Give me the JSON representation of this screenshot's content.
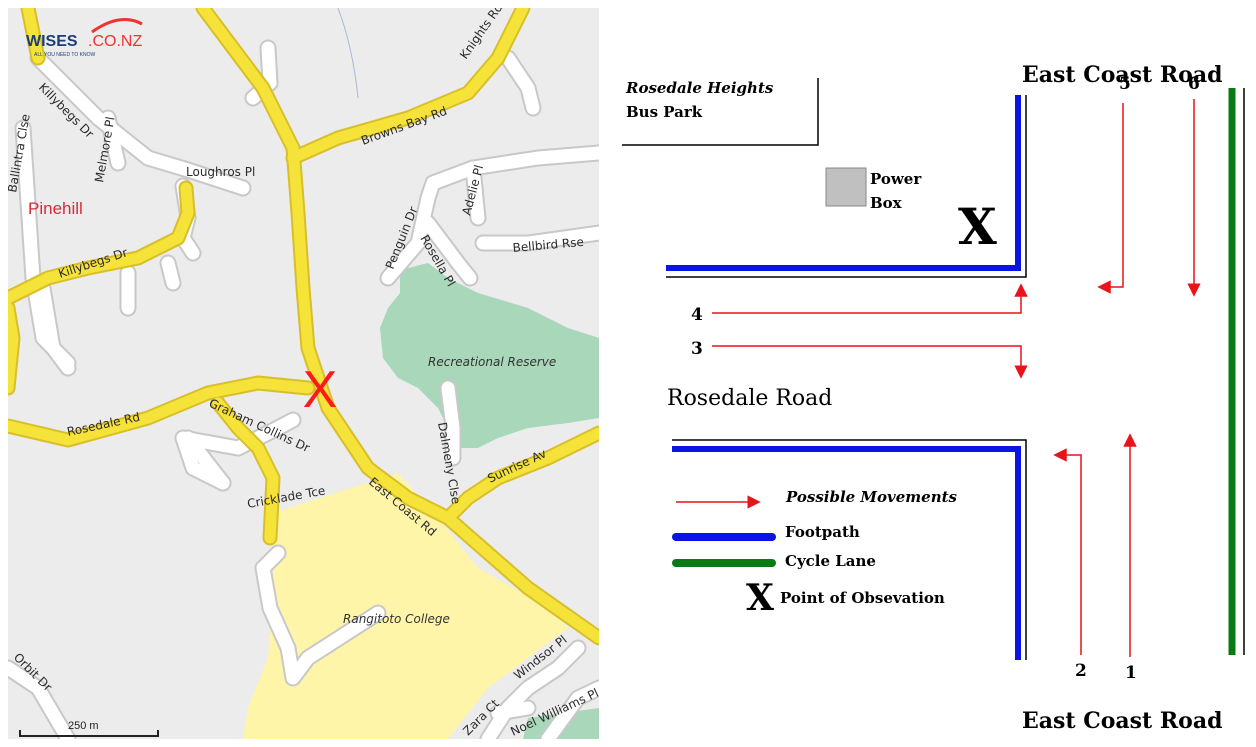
{
  "map": {
    "logo_text": "WISES.CO.NZ",
    "logo_text_main": "WISES",
    "logo_text_sub": ".CO.NZ",
    "logo_tagline": "ALL YOU NEED TO KNOW",
    "suburb": "Pinehill",
    "scale_label": "250 m",
    "marker": "X",
    "marker_color": "#ff1a1a",
    "colors": {
      "main_road": "#f5e33a",
      "minor_road": "#ffffff",
      "park": "#a8d8b9",
      "school": "#fff5a8",
      "land": "#ececec"
    },
    "roads": {
      "knights_rd": "Knights Rd",
      "browns_bay_rd": "Browns Bay Rd",
      "killybegs_dr_top": "Killybegs Dr",
      "killybegs_dr_mid": "Killybegs Dr",
      "melmore_pl": "Melmore Pl",
      "ballintra_clse": "Ballintra Clse",
      "loughros_pl": "Loughros Pl",
      "penguin_dr": "Penguin Dr",
      "adelie_pl": "Adelie Pl",
      "rosella_pl": "Rosella Pl",
      "bellbird_rse": "Bellbird Rse",
      "rosedale_rd": "Rosedale Rd",
      "graham_collins_dr": "Graham Collins Dr",
      "cricklade_tce": "Cricklade Tce",
      "dalmeny_clse": "Dalmeny Clse",
      "sunrise_av": "Sunrise Av",
      "east_coast_rd": "East Coast Rd",
      "windsor_pl": "Windsor Pl",
      "zara_ct": "Zara Ct",
      "noel_williams_pl": "Noel Williams Pl",
      "orbit_dr": "Orbit Dr"
    },
    "areas": {
      "reserve": "Recreational Reserve",
      "college": "Rangitoto College"
    }
  },
  "diagram": {
    "road_top": "East Coast Road",
    "road_bottom": "East Coast Road",
    "road_left": "Rosedale Road",
    "bus_park_line1": "Rosedale Heights",
    "bus_park_line2": "Bus Park",
    "power_box_line1": "Power",
    "power_box_line2": "Box",
    "observation_marker": "X",
    "movement_numbers": [
      "1",
      "2",
      "3",
      "4",
      "5",
      "6"
    ],
    "legend": {
      "possible_movements": "Possible Movements",
      "footpath": "Footpath",
      "cycle_lane": "Cycle Lane",
      "point_of_observation_symbol": "X",
      "point_of_observation": "Point of Obsevation"
    },
    "colors": {
      "arrow": "#e8141a",
      "footpath": "#0a14e6",
      "cycle_lane": "#0a7a14",
      "power_box": "#c0c0c0"
    }
  }
}
